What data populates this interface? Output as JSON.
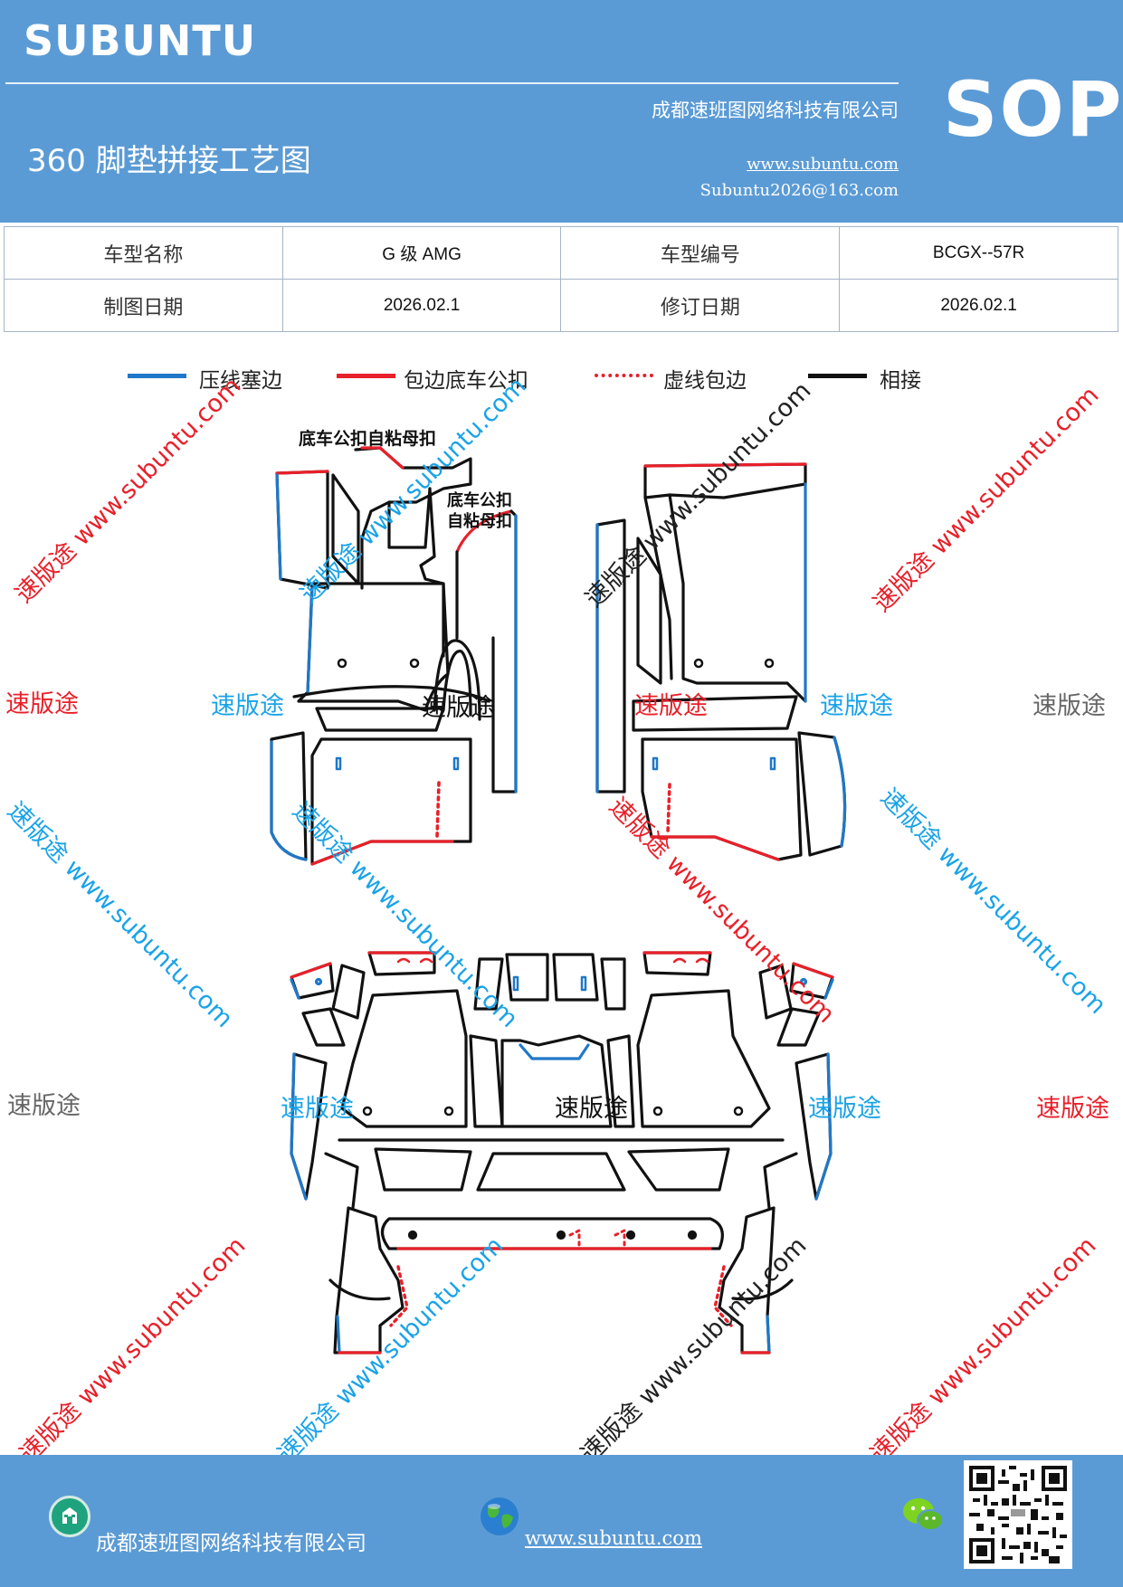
{
  "header": {
    "brand": "SUBUNTU",
    "company": "成都速班图网络科技有限公司",
    "title": "360 脚垫拼接工艺图",
    "website": "www.subuntu.com",
    "email": "Subuntu2026@163.com",
    "sop": "SOP",
    "bg_color": "#5b9bd5"
  },
  "info": {
    "model_name_label": "车型名称",
    "model_name_value": "G 级 AMG",
    "model_code_label": "车型编号",
    "model_code_value": "BCGX--57R",
    "draw_date_label": "制图日期",
    "draw_date_value": "2026.02.1",
    "revise_date_label": "修订日期",
    "revise_date_value": "2026.02.1"
  },
  "legend": [
    {
      "label": "压线塞边",
      "color": "#1f78c8",
      "style": "solid"
    },
    {
      "label": "包边底车公扣",
      "color": "#e8202a",
      "style": "solid"
    },
    {
      "label": "虚线包边",
      "color": "#e8202a",
      "style": "dotted"
    },
    {
      "label": "相接",
      "color": "#000000",
      "style": "solid"
    }
  ],
  "annotations": {
    "note1": "底车公扣自粘母扣",
    "note2_line1": "底车公扣",
    "note2_line2": "自粘母扣"
  },
  "watermarks": {
    "brand": "速版途",
    "diag": "速版途 www.subuntu.com",
    "red": "#e8202a",
    "blue": "#1aa3e8",
    "gray": "#666666",
    "black": "#111111"
  },
  "footer": {
    "company": "成都速班图网络科技有限公司",
    "website": "www.subuntu.com "
  },
  "colors": {
    "blue_edge": "#1f78c8",
    "red_edge": "#e8202a",
    "join": "#111111"
  }
}
